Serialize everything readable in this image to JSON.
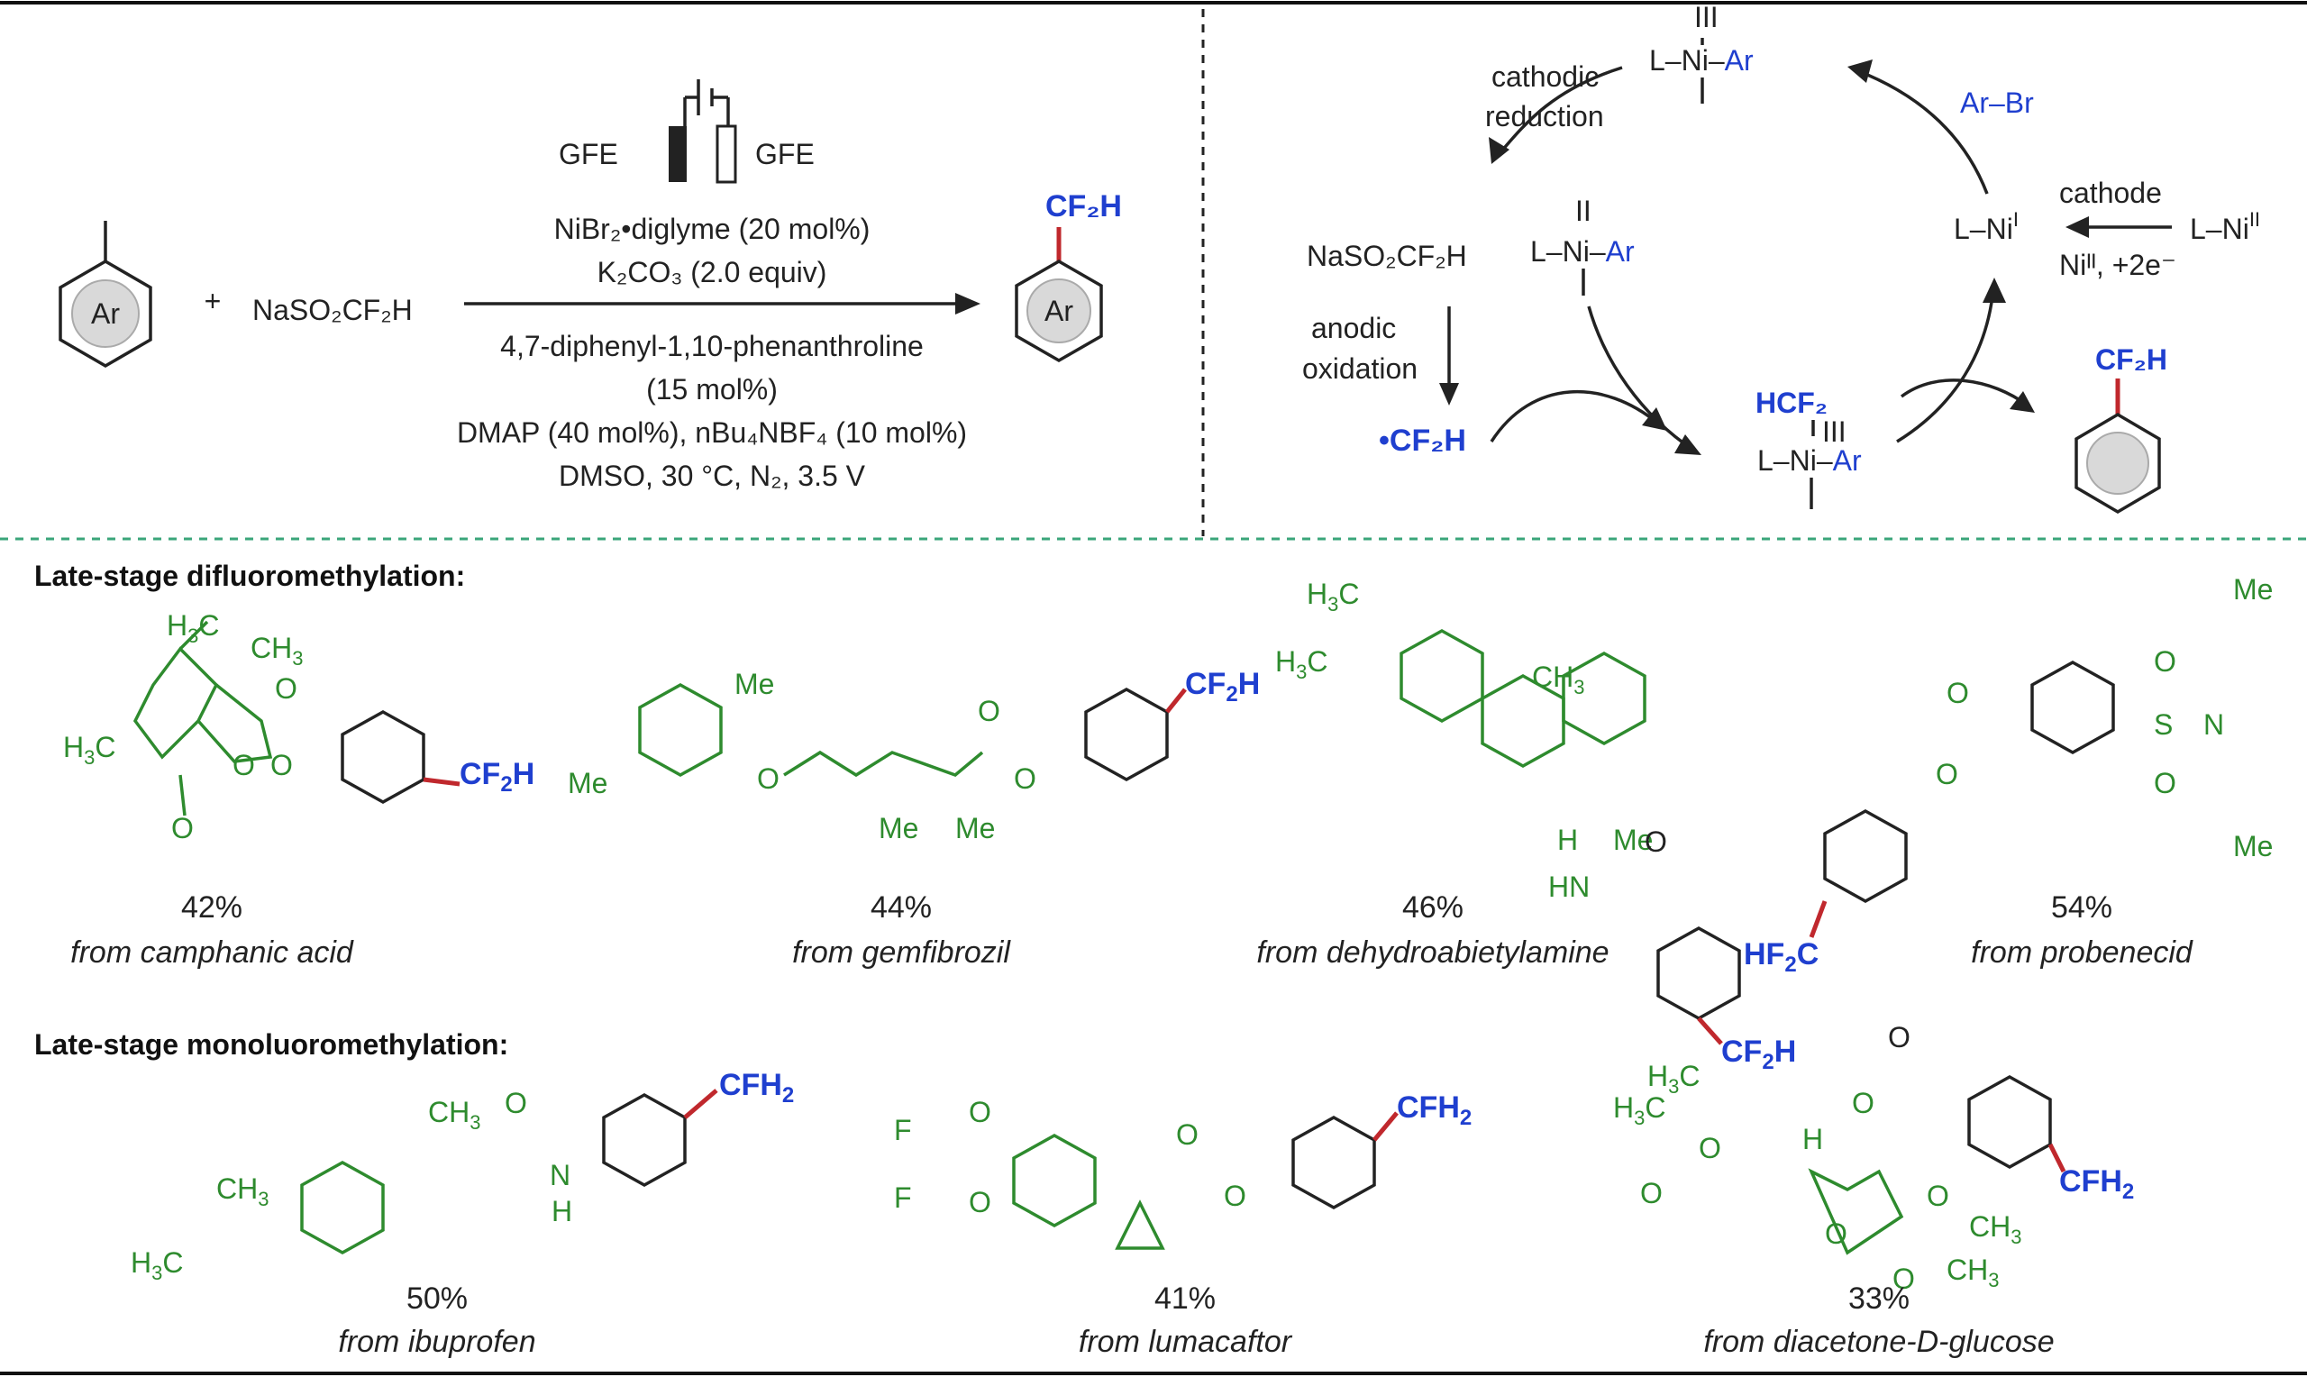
{
  "reaction": {
    "electrode_left": "GFE",
    "electrode_right": "GFE",
    "reagent": "NaSO₂CF₂H",
    "plus": "+",
    "ring_label": "Ar",
    "product_group": "CF₂H",
    "cond1": "NiBr₂•diglyme (20 mol%)",
    "cond2": "K₂CO₃ (2.0 equiv)",
    "cond3": "4,7-diphenyl-1,10-phenanthroline",
    "cond4": "(15 mol%)",
    "cond5": "DMAP (40 mol%), nBu₄NBF₄ (10 mol%)",
    "cond6": "DMSO, 30 °C, N₂, 3.5 V"
  },
  "cycle": {
    "cathodic1": "cathodic",
    "cathodic2": "reduction",
    "arbr": "Ar–Br",
    "cathode": "cathode",
    "nisalt": "Niᴵᴵ, +2e⁻",
    "reagent": "NaSO₂CF₂H",
    "anodic1": "anodic",
    "anodic2": "oxidation",
    "radical": "•CF₂H",
    "hcf2": "HCF₂",
    "product_group": "CF₂H"
  },
  "section_difluoro": {
    "heading": "Late-stage difluoromethylation:",
    "items": [
      {
        "yield": "42%",
        "source": "from camphanic acid"
      },
      {
        "yield": "44%",
        "source": "from gemfibrozil"
      },
      {
        "yield": "46%",
        "source": "from dehydroabietylamine"
      },
      {
        "yield": "54%",
        "source": "from probenecid"
      }
    ]
  },
  "section_mono": {
    "heading": "Late-stage monoluoromethylation:",
    "items": [
      {
        "yield": "50%",
        "source": "from ibuprofen"
      },
      {
        "yield": "41%",
        "source": "from lumacaftor"
      },
      {
        "yield": "33%",
        "source": "from diacetone-D-glucose"
      }
    ]
  },
  "colors": {
    "reagent_blue": "#1f3fcf",
    "scaffold_green": "#2e8b2e",
    "bond_red": "#c0282d"
  }
}
